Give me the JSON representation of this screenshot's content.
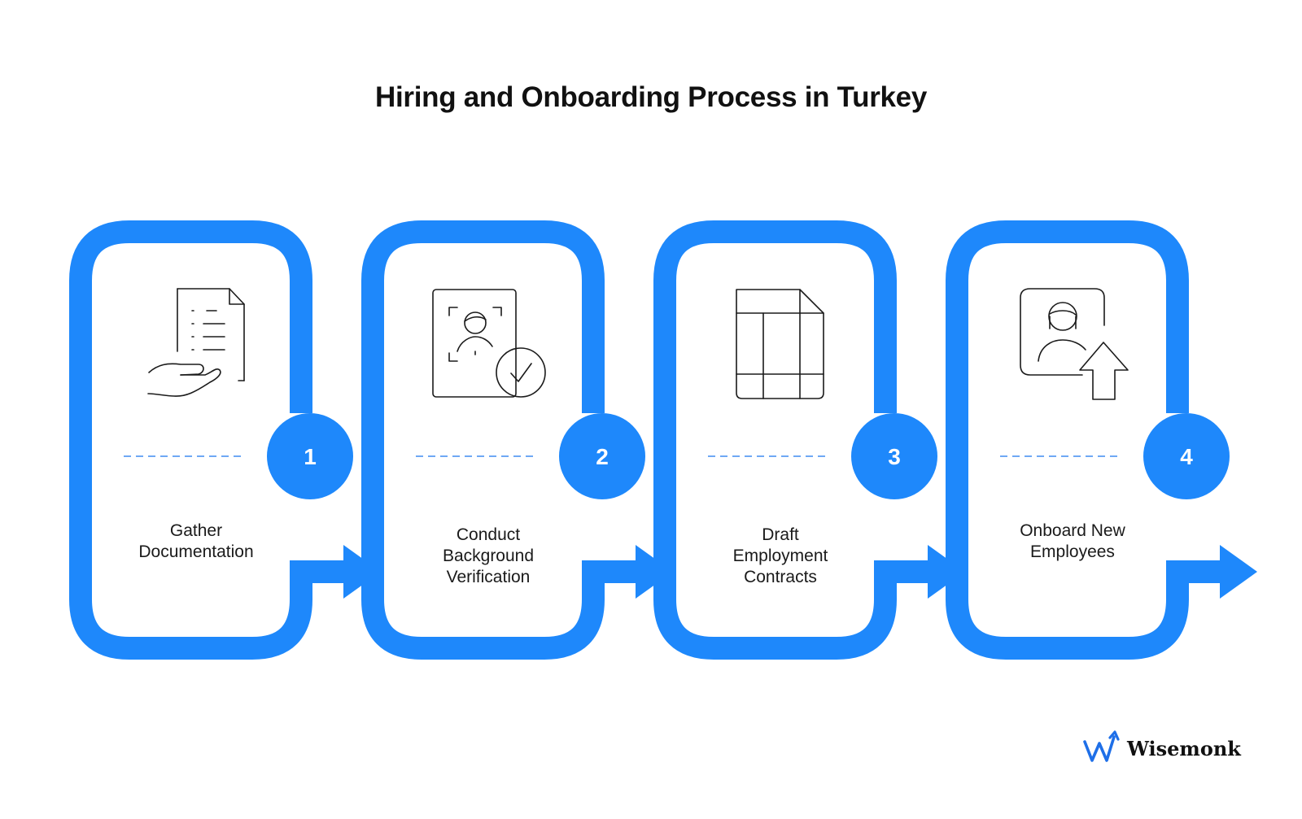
{
  "title": "Hiring and Onboarding Process in Turkey",
  "accent_color": "#1E88FB",
  "steps": [
    {
      "number": "1",
      "label": "Gather\nDocumentation",
      "icon": "document-in-hand-icon"
    },
    {
      "number": "2",
      "label": "Conduct\nBackground\nVerification",
      "icon": "id-card-verified-icon"
    },
    {
      "number": "3",
      "label": "Draft\nEmployment\nContracts",
      "icon": "contract-document-icon"
    },
    {
      "number": "4",
      "label": "Onboard New\nEmployees",
      "icon": "profile-upload-icon"
    }
  ],
  "brand": {
    "name": "Wisemonk",
    "icon": "wisemonk-logo-icon"
  }
}
